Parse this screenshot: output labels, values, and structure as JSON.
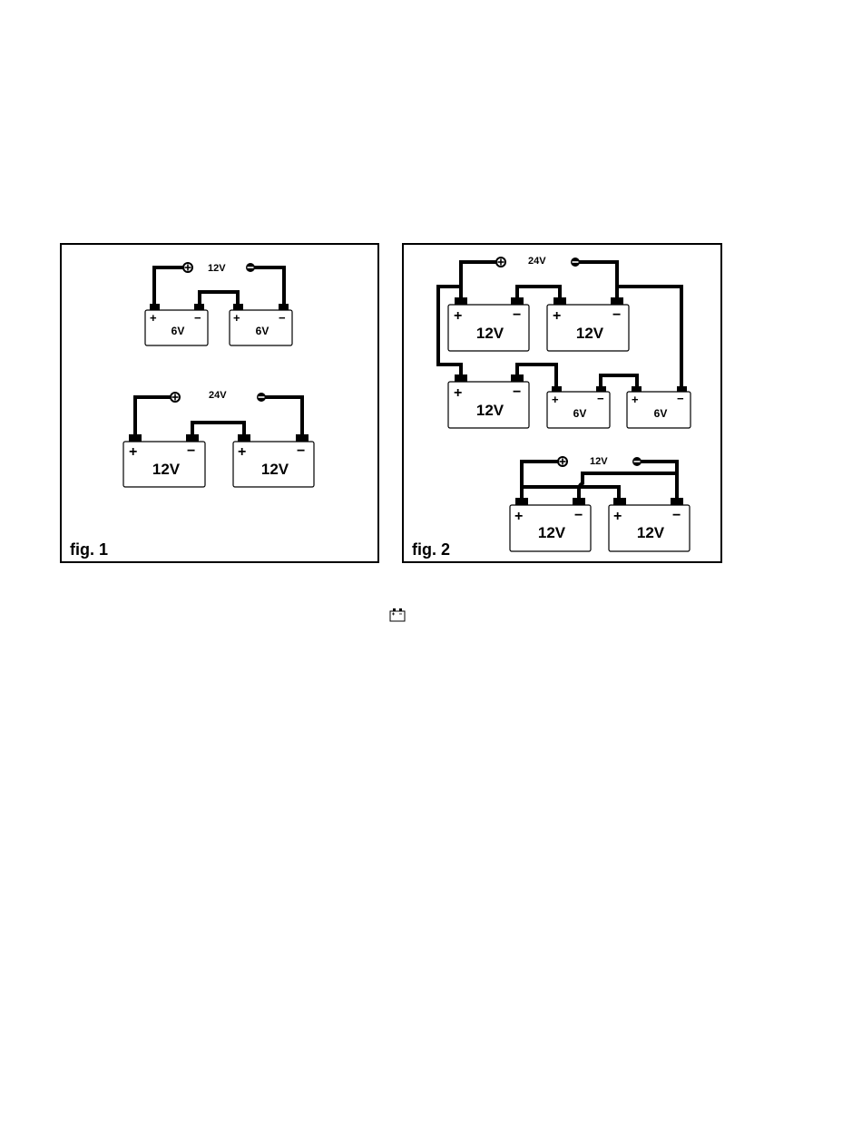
{
  "figures": [
    {
      "label": "fig. 1",
      "circuits": [
        {
          "voltage": "12V",
          "batteries": [
            "6V",
            "6V"
          ]
        },
        {
          "voltage": "24V",
          "batteries": [
            "12V",
            "12V"
          ]
        }
      ]
    },
    {
      "label": "fig. 2",
      "circuits": [
        {
          "voltage": "24V",
          "batteries": [
            "12V",
            "12V",
            "12V",
            "6V",
            "6V"
          ]
        },
        {
          "voltage": "12V",
          "batteries": [
            "12V",
            "12V"
          ]
        }
      ]
    }
  ],
  "terminals": {
    "positive": "+",
    "negative": "−"
  },
  "footer_icon": "battery-icon"
}
